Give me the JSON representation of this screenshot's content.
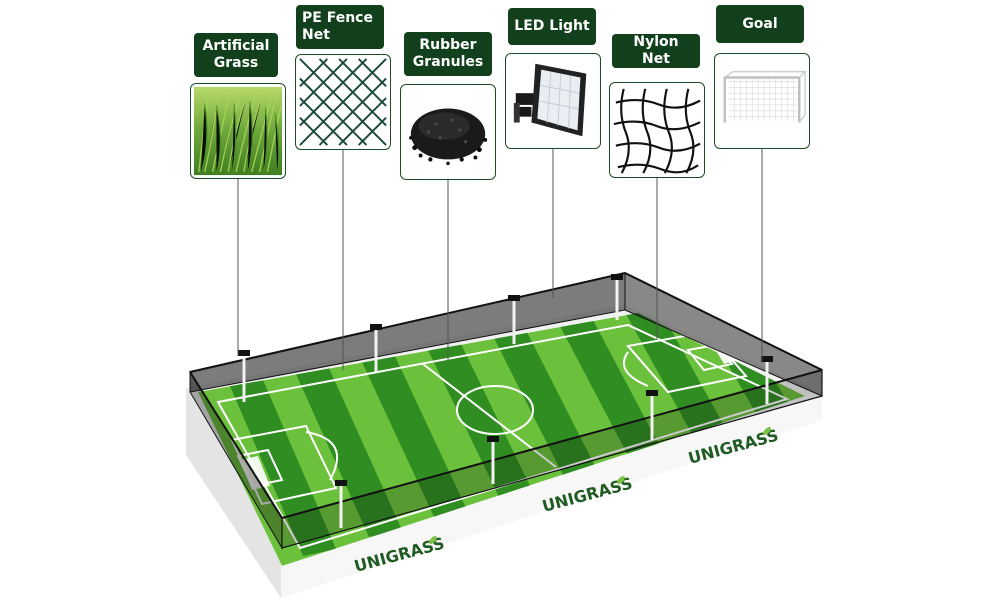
{
  "components": [
    {
      "id": "artificial-grass",
      "label": "Artificial Grass"
    },
    {
      "id": "pe-fence-net",
      "label": "PE Fence Net"
    },
    {
      "id": "rubber-granules",
      "label": "Rubber Granules"
    },
    {
      "id": "led-light",
      "label": "LED Light"
    },
    {
      "id": "nylon-net",
      "label": "Nylon Net"
    },
    {
      "id": "goal",
      "label": "Goal"
    }
  ],
  "brand": {
    "wordmark": "UNIGRASS"
  },
  "colors": {
    "label_bg": "#123f1c",
    "label_text": "#ffffff",
    "pitch_light": "#6cc13c",
    "pitch_dark": "#2f8d22",
    "line": "#ffffff",
    "fence": "#111111"
  }
}
